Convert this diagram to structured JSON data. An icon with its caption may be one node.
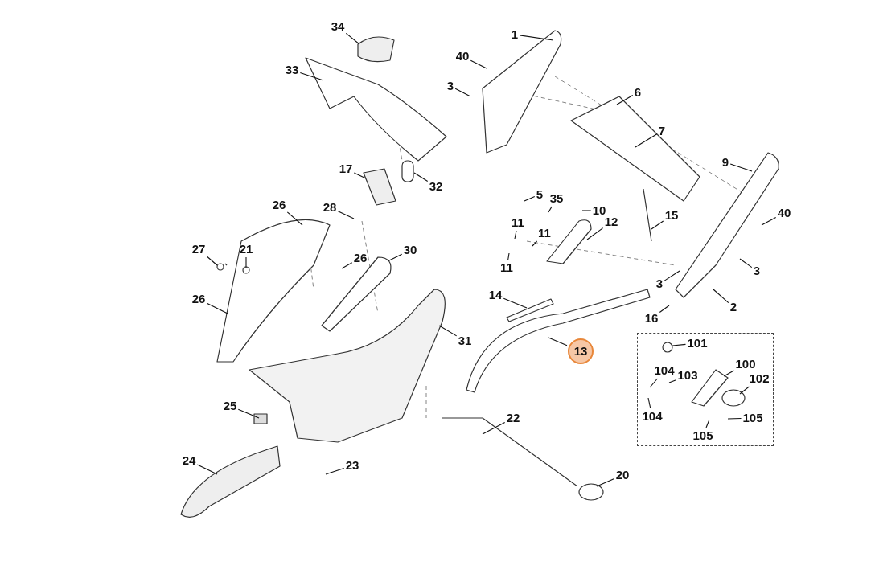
{
  "diagram": {
    "nodes": [
      {
        "text": [
          "34"
        ]
      },
      {
        "text": [
          "33"
        ]
      },
      {
        "text": [
          "1"
        ]
      },
      {
        "text": [
          "40"
        ]
      },
      {
        "text": [
          "3"
        ]
      },
      {
        "text": [
          "6"
        ]
      },
      {
        "text": [
          "7"
        ]
      },
      {
        "text": [
          "9"
        ]
      },
      {
        "text": [
          "17"
        ]
      },
      {
        "text": [
          "32"
        ]
      },
      {
        "text": [
          "26"
        ]
      },
      {
        "text": [
          "28"
        ]
      },
      {
        "text": [
          "5"
        ]
      },
      {
        "text": [
          "35"
        ]
      },
      {
        "text": [
          "10"
        ]
      },
      {
        "text": [
          "12"
        ]
      },
      {
        "text": [
          "15"
        ]
      },
      {
        "text": [
          "40"
        ]
      },
      {
        "text": [
          "11"
        ]
      },
      {
        "text": [
          "11"
        ]
      },
      {
        "text": [
          "27"
        ]
      },
      {
        "text": [
          "21"
        ]
      },
      {
        "text": [
          "30"
        ]
      },
      {
        "text": [
          "26"
        ]
      },
      {
        "text": [
          "11"
        ]
      },
      {
        "text": [
          "3"
        ]
      },
      {
        "text": [
          "3"
        ]
      },
      {
        "text": [
          "14"
        ]
      },
      {
        "text": [
          "26"
        ]
      },
      {
        "text": [
          "2"
        ]
      },
      {
        "text": [
          "16"
        ]
      },
      {
        "text": [],
        "shape": "box"
      },
      {
        "text": [
          "31"
        ]
      },
      {
        "text": [
          "101"
        ],
        "in": 31
      },
      {
        "text": [
          "13"
        ]
      },
      {
        "text": [
          "100"
        ],
        "in": 31
      },
      {
        "text": [
          "104"
        ],
        "in": 31
      },
      {
        "text": [
          "103"
        ],
        "in": 31
      },
      {
        "text": [
          "102"
        ],
        "in": 31
      },
      {
        "text": [
          "25"
        ]
      },
      {
        "text": [
          "104"
        ],
        "in": 31
      },
      {
        "text": [
          "105"
        ],
        "in": 31
      },
      {
        "text": [
          "22"
        ]
      },
      {
        "text": [
          "105"
        ],
        "in": 31
      },
      {
        "text": [
          "24"
        ]
      },
      {
        "text": [
          "23"
        ]
      },
      {
        "text": [
          "20"
        ]
      }
    ],
    "edges": [
      {
        "from": 0,
        "to": null,
        "arrow": "none"
      },
      {
        "from": 1,
        "to": null,
        "arrow": "none"
      },
      {
        "from": 2,
        "to": null,
        "arrow": "none"
      },
      {
        "from": 3,
        "to": null,
        "arrow": "none"
      },
      {
        "from": 4,
        "to": null,
        "arrow": "none"
      },
      {
        "from": 5,
        "to": null,
        "arrow": "none"
      },
      {
        "from": 6,
        "to": null,
        "arrow": "none"
      },
      {
        "from": 7,
        "to": null,
        "arrow": "none"
      },
      {
        "from": 8,
        "to": null,
        "arrow": "none"
      },
      {
        "from": 9,
        "to": null,
        "arrow": "none"
      },
      {
        "from": 10,
        "to": null,
        "arrow": "none"
      },
      {
        "from": 11,
        "to": null,
        "arrow": "none"
      },
      {
        "from": 12,
        "to": null,
        "arrow": "none"
      },
      {
        "from": 13,
        "to": null,
        "arrow": "none"
      },
      {
        "from": 14,
        "to": null,
        "arrow": "none"
      },
      {
        "from": 15,
        "to": null,
        "arrow": "none"
      },
      {
        "from": 16,
        "to": null,
        "arrow": "none"
      },
      {
        "from": 17,
        "to": null,
        "arrow": "none"
      },
      {
        "from": 18,
        "to": null,
        "arrow": "none"
      },
      {
        "from": 19,
        "to": null,
        "arrow": "none"
      },
      {
        "from": 20,
        "to": null,
        "arrow": "none"
      },
      {
        "from": 21,
        "to": null,
        "arrow": "none"
      },
      {
        "from": 22,
        "to": null,
        "arrow": "none"
      },
      {
        "from": 23,
        "to": null,
        "arrow": "none"
      },
      {
        "from": 24,
        "to": null,
        "arrow": "none"
      },
      {
        "from": 25,
        "to": null,
        "arrow": "none"
      },
      {
        "from": 26,
        "to": null,
        "arrow": "none"
      },
      {
        "from": 27,
        "to": null,
        "arrow": "none"
      },
      {
        "from": 28,
        "to": null,
        "arrow": "none"
      },
      {
        "from": 29,
        "to": null,
        "arrow": "none"
      },
      {
        "from": 30,
        "to": null,
        "arrow": "none"
      },
      {
        "from": 32,
        "to": null,
        "arrow": "none"
      },
      {
        "from": 33,
        "to": null,
        "arrow": "none"
      },
      {
        "from": 34,
        "to": null,
        "arrow": "none"
      },
      {
        "from": 35,
        "to": null,
        "arrow": "none"
      },
      {
        "from": 36,
        "to": null,
        "arrow": "none"
      },
      {
        "from": 37,
        "to": null,
        "arrow": "none"
      },
      {
        "from": 38,
        "to": null,
        "arrow": "none"
      },
      {
        "from": 39,
        "to": null,
        "arrow": "none"
      },
      {
        "from": 40,
        "to": null,
        "arrow": "none"
      },
      {
        "from": 41,
        "to": null,
        "arrow": "none"
      },
      {
        "from": 42,
        "to": null,
        "arrow": "none"
      },
      {
        "from": 43,
        "to": null,
        "arrow": "none"
      },
      {
        "from": 44,
        "to": null,
        "arrow": "none"
      },
      {
        "from": 45,
        "to": null,
        "arrow": "none"
      },
      {
        "from": 46,
        "to": null,
        "arrow": "none"
      }
    ]
  }
}
